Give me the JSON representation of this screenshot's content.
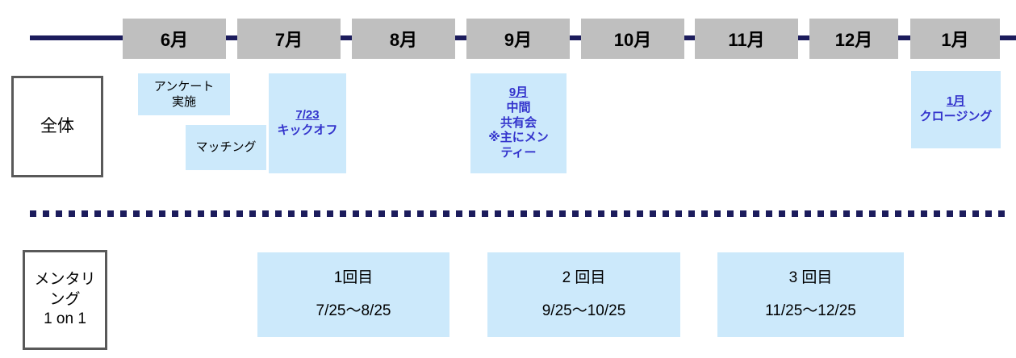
{
  "colors": {
    "timeline_navy": "#1C1C5C",
    "month_fill": "#BFBFBF",
    "chip_fill": "#CCE9FB",
    "accent_blue": "#3333CC",
    "label_border": "#595959"
  },
  "timeline": {
    "months": [
      {
        "label": "6月"
      },
      {
        "label": "7月"
      },
      {
        "label": "8月"
      },
      {
        "label": "9月"
      },
      {
        "label": "10月"
      },
      {
        "label": "11月"
      },
      {
        "label": "12月"
      },
      {
        "label": "1月"
      }
    ]
  },
  "rows": [
    {
      "label_line1": "全体",
      "items": [
        {
          "line1": "アンケート",
          "line2": "実施"
        },
        {
          "line1": "マッチング"
        },
        {
          "line1": "7/23",
          "line2": "キックオフ"
        },
        {
          "line1": "9月",
          "line2": "中間",
          "line3": "共有会",
          "line4": "※主にメン",
          "line5": "ティー"
        },
        {
          "line1": "1月",
          "line2": "クロージング"
        }
      ]
    },
    {
      "label_line1": "メンタリ",
      "label_line2": "ング",
      "label_line3": "1 on 1",
      "items": [
        {
          "title": "1回目",
          "range": "7/25〜8/25"
        },
        {
          "title": "2 回目",
          "range": "9/25〜10/25"
        },
        {
          "title": "3 回目",
          "range": "11/25〜12/25"
        }
      ]
    }
  ]
}
